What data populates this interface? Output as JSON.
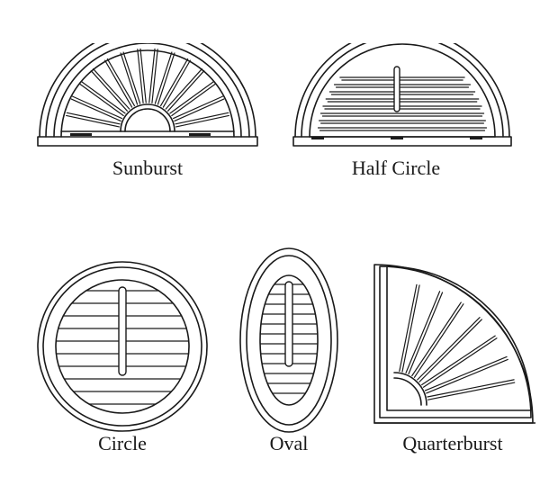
{
  "shapes": [
    {
      "key": "sunburst",
      "label": "Sunburst",
      "icon": "sunburst-shutter-icon"
    },
    {
      "key": "half_circle",
      "label": "Half Circle",
      "icon": "half-circle-shutter-icon"
    },
    {
      "key": "circle",
      "label": "Circle",
      "icon": "circle-shutter-icon"
    },
    {
      "key": "oval",
      "label": "Oval",
      "icon": "oval-shutter-icon"
    },
    {
      "key": "quarterburst",
      "label": "Quarterburst",
      "icon": "quarterburst-shutter-icon"
    }
  ],
  "line_color": "#1a1a1a",
  "background": "#ffffff"
}
